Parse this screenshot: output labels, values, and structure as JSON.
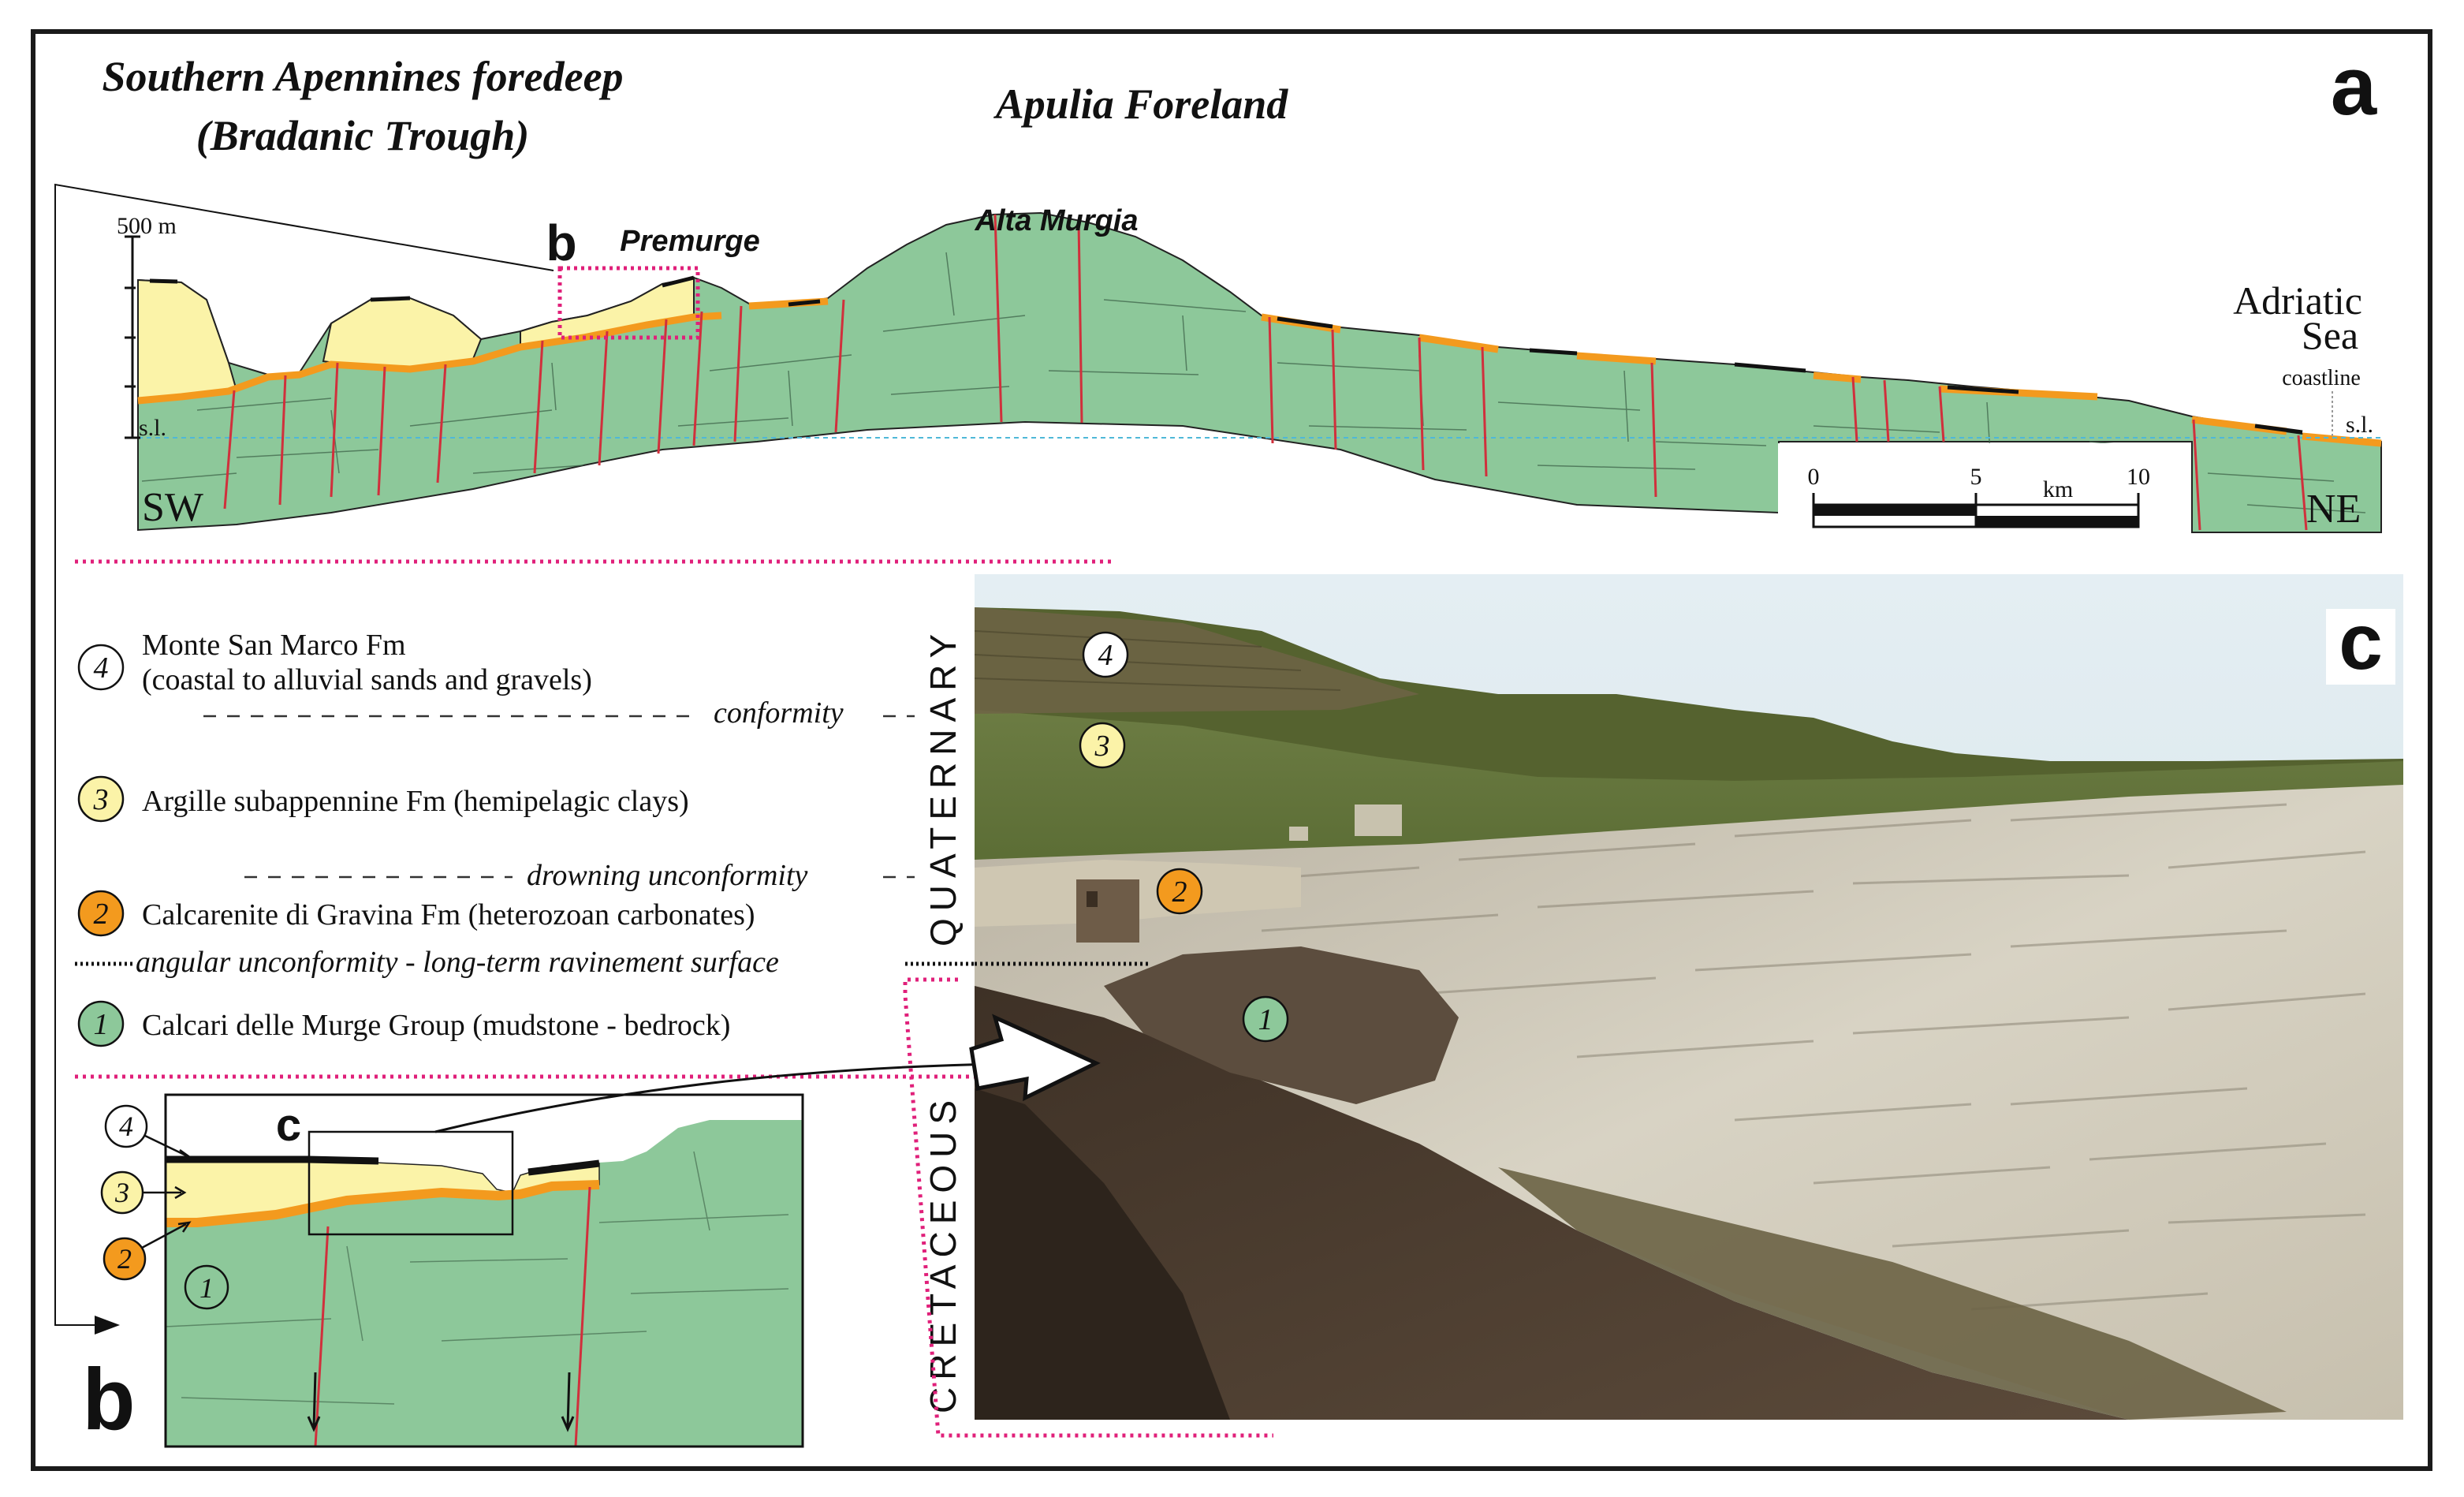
{
  "panel_a": {
    "label": "a",
    "title_left_line1": "Southern Apennines foredeep",
    "title_left_line2": "(Bradanic Trough)",
    "title_center": "Apulia Foreland",
    "elevation_label": "500 m",
    "sea_level_label": "s.l.",
    "sw_label": "SW",
    "ne_label": "NE",
    "premurge_label": "Premurge",
    "alta_murgia_label": "Alta Murgia",
    "inset_b_marker": "b",
    "adriatic_line1": "Adriatic",
    "adriatic_line2": "Sea",
    "coastline_label": "coastline",
    "scale": {
      "tick0": "0",
      "tick5": "5",
      "tick10": "10",
      "unit": "km"
    }
  },
  "legend": {
    "items": [
      {
        "num": "4",
        "line1": "Monte San Marco Fm",
        "line2": "(coastal to alluvial sands and gravels)",
        "color": "#ffffff"
      },
      {
        "num": "3",
        "line1": "Argille subappennine Fm (hemipelagic clays)",
        "line2": "",
        "color": "#fbf3a8"
      },
      {
        "num": "2",
        "line1": "Calcarenite di Gravina Fm (heterozoan carbonates)",
        "line2": "",
        "color": "#f39a1e"
      },
      {
        "num": "1",
        "line1": "Calcari delle Murge Group (mudstone - bedrock)",
        "line2": "",
        "color": "#8dc89a"
      }
    ],
    "surfaces": {
      "conformity": "conformity",
      "drowning": "drowning unconformity",
      "angular": "angular unconformity - long-term ravinement surface"
    }
  },
  "panel_b": {
    "label": "b",
    "inset_c_marker": "c",
    "unit_labels": [
      "4",
      "3",
      "2",
      "1"
    ]
  },
  "panel_c": {
    "label": "c",
    "quaternary_label": "QUATERNARY",
    "cretaceous_label": "CRETACEOUS",
    "photo_unit_labels": [
      "4",
      "3",
      "2",
      "1"
    ]
  },
  "colors": {
    "bedrock": "#8dc89a",
    "clay": "#fbf3a8",
    "calcarenite": "#f39a1e",
    "fault": "#d0303c",
    "highlight": "#e0207a",
    "sea_level": "#4fb8d8"
  }
}
